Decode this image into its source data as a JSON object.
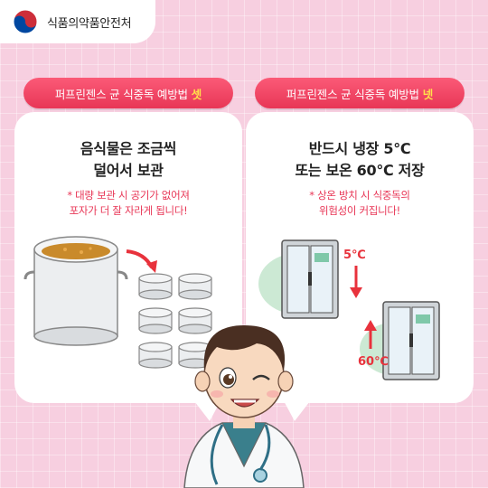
{
  "header": {
    "org_name": "식품의약품안전처",
    "logo_icon": "korea-taegeuk-logo",
    "colors": {
      "red": "#cd2e3a",
      "blue": "#0047a0"
    }
  },
  "cards": [
    {
      "pill_label": "퍼프린젠스 균 식중독 예방법",
      "pill_number": "셋",
      "title_line1": "음식물은 조금씩",
      "title_line2": "덜어서 보관",
      "note_line1": "* 대량 보관 시 공기가 없어져",
      "note_line2": "포자가 더 잘 자라게 됩니다!",
      "icons": [
        "large-stock-pot-icon",
        "arrow-icon",
        "small-containers-icon"
      ]
    },
    {
      "pill_label": "퍼프린젠스 균 식중독 예방법",
      "pill_number": "넷",
      "title_line1": "반드시 냉장 5℃",
      "title_line2": "또는 보온 60℃ 저장",
      "note_line1": "* 상온 방치 시 식중독의",
      "note_line2": "위험성이 커집니다!",
      "temp_cold": "5℃",
      "temp_hot": "60℃",
      "icons": [
        "refrigerator-icon",
        "down-arrow-icon",
        "warmer-cabinet-icon",
        "up-arrow-icon"
      ]
    }
  ],
  "colors": {
    "accent": "#e83656",
    "highlight": "#ffe14a",
    "background": "#f7cfe0",
    "cold": "#e8323c",
    "hot": "#e8323c"
  },
  "character": "doctor-winking-character"
}
